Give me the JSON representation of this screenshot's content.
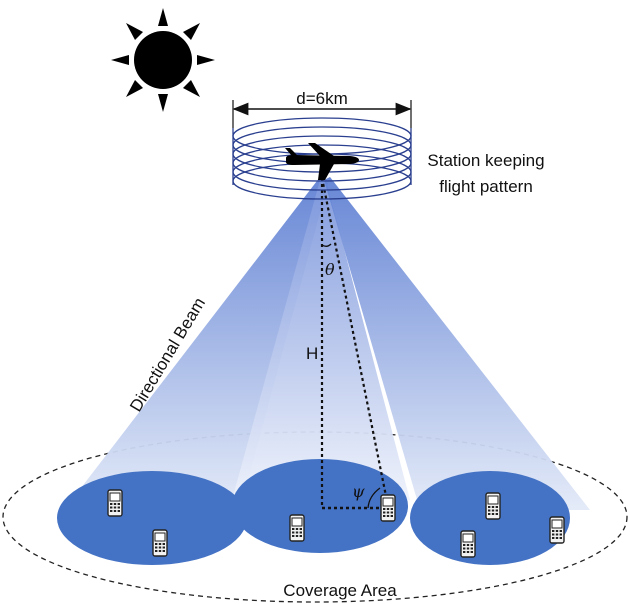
{
  "diameter_label": "d=6km",
  "flight_label_line1": "Station keeping",
  "flight_label_line2": "flight pattern",
  "beam_label": "Directional Beam",
  "height_label": "H",
  "theta_label": "θ",
  "psi_label": "ψ",
  "coverage_label": "Coverage Area",
  "colors": {
    "cell_fill": "#4472c4",
    "beam_top": "#6f8fd8",
    "beam_bottom": "#dde6f7",
    "sun": "#000000",
    "stroke": "#2a3f8f"
  },
  "icons": [
    "sun-icon",
    "airplane-icon",
    "mobile-phone-icon"
  ]
}
